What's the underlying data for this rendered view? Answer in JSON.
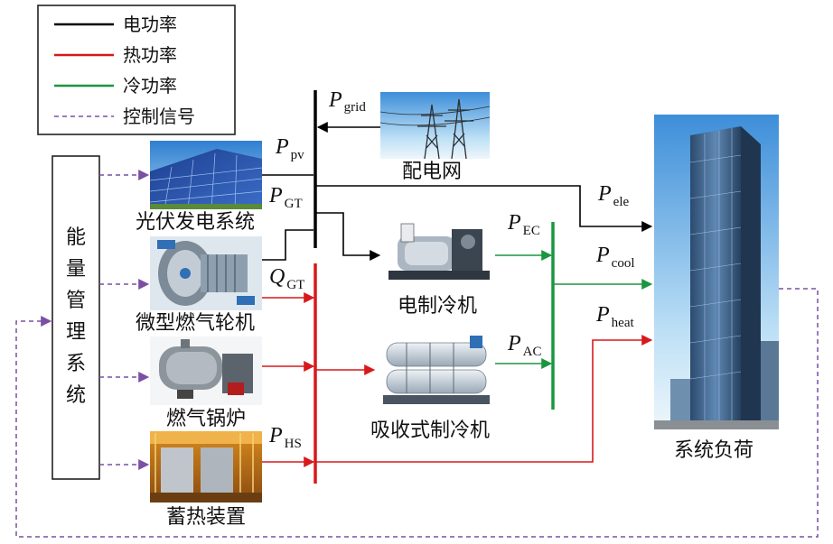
{
  "legend": {
    "electric": "电功率",
    "heat": "热功率",
    "cool": "冷功率",
    "control": "控制信号"
  },
  "colors": {
    "electric": "#000000",
    "heat": "#d7191c",
    "cool": "#1a9641",
    "control": "#7b4fa3"
  },
  "ems": {
    "chars": [
      "能",
      "量",
      "管",
      "理",
      "系",
      "统"
    ]
  },
  "devices": {
    "pv": "光伏发电系统",
    "gt": "微型燃气轮机",
    "boiler": "燃气锅炉",
    "storage": "蓄热装置",
    "grid": "配电网",
    "ec": "电制冷机",
    "ac": "吸收式制冷机",
    "load": "系统负荷"
  },
  "vars": {
    "p_grid": {
      "main": "P",
      "sub": "grid"
    },
    "p_pv": {
      "main": "P",
      "sub": "pv"
    },
    "p_gt": {
      "main": "P",
      "sub": "GT"
    },
    "q_gt": {
      "main": "Q",
      "sub": "GT"
    },
    "p_hs": {
      "main": "P",
      "sub": "HS"
    },
    "p_ec": {
      "main": "P",
      "sub": "EC"
    },
    "p_ac": {
      "main": "P",
      "sub": "AC"
    },
    "p_ele": {
      "main": "P",
      "sub": "ele"
    },
    "p_cool": {
      "main": "P",
      "sub": "cool"
    },
    "p_heat": {
      "main": "P",
      "sub": "heat"
    }
  },
  "icons": [
    "solar-panel-icon",
    "gas-turbine-icon",
    "gas-boiler-icon",
    "heat-storage-icon",
    "power-tower-icon",
    "electric-chiller-icon",
    "absorption-chiller-icon",
    "skyscraper-icon"
  ]
}
